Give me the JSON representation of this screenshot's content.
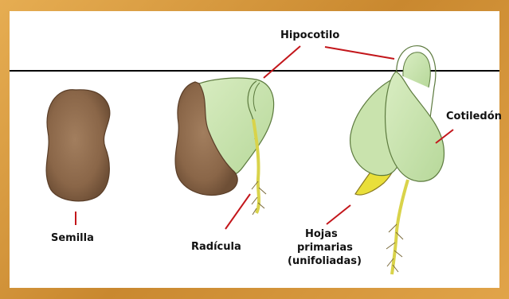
{
  "labels": {
    "semilla": "Semilla",
    "radicula": "Radícula",
    "hipocotilo": "Hipocotilo",
    "cotiledon": "Cotiledón",
    "hojas_line1": "Hojas",
    "hojas_line2": "primarias",
    "hojas_line3": "(unifoliadas)"
  },
  "colors": {
    "frame": "#d79a3e",
    "seed_coat": "#8e6a4e",
    "cotyledon_green": "#cfe6b4",
    "stem_yellow": "#e6e25a",
    "leader_line": "#c3161b",
    "ground_line": "#000000"
  }
}
